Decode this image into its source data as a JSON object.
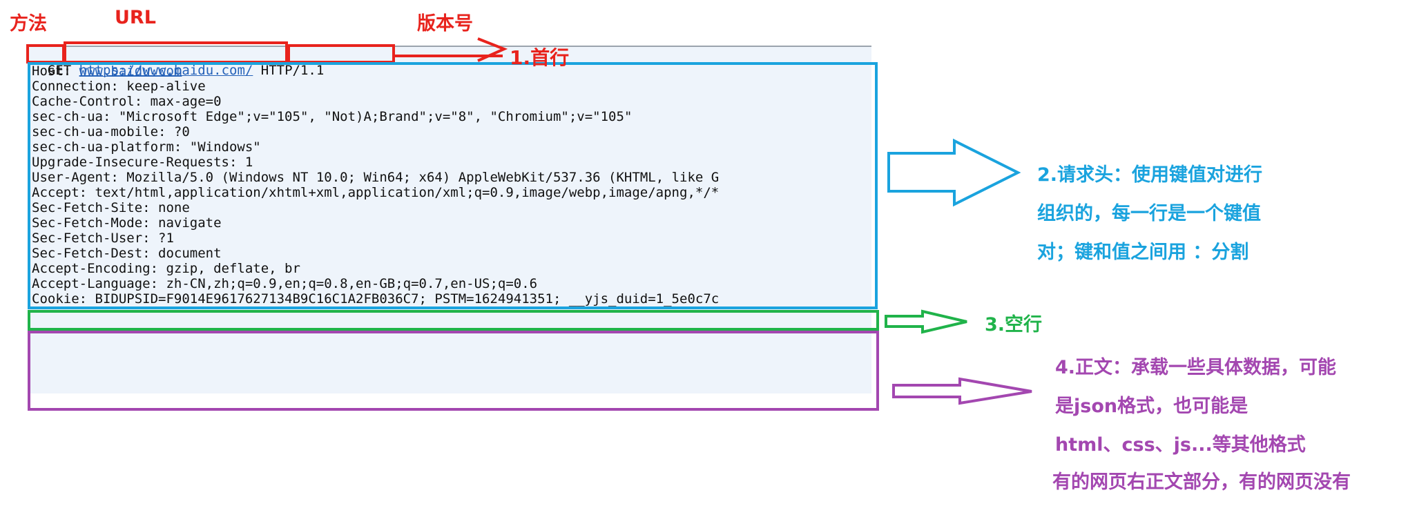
{
  "labels": {
    "method": "方法",
    "url": "URL",
    "version": "版本号"
  },
  "request_line": {
    "method": "GET",
    "url": "https://www.baidu.com/",
    "version": "HTTP/1.1"
  },
  "headers": [
    {
      "key": "Host: ",
      "value": "www.baidu.com"
    },
    {
      "key": "Connection: ",
      "value": "keep-alive"
    },
    {
      "key": "Cache-Control: ",
      "value": "max-age=0"
    },
    {
      "key": "sec-ch-ua: ",
      "value": "\"Microsoft Edge\";v=\"105\", \"Not)A;Brand\";v=\"8\", \"Chromium\";v=\"105\""
    },
    {
      "key": "sec-ch-ua-mobile: ",
      "value": "?0"
    },
    {
      "key": "sec-ch-ua-platform: ",
      "value": "\"Windows\""
    },
    {
      "key": "Upgrade-Insecure-Requests: ",
      "value": "1"
    },
    {
      "key": "User-Agent: ",
      "value": "Mozilla/5.0 (Windows NT 10.0; Win64; x64) AppleWebKit/537.36 (KHTML, like G"
    },
    {
      "key": "Accept: ",
      "value": "text/html,application/xhtml+xml,application/xml;q=0.9,image/webp,image/apng,*/*"
    },
    {
      "key": "Sec-Fetch-Site: ",
      "value": "none"
    },
    {
      "key": "Sec-Fetch-Mode: ",
      "value": "navigate"
    },
    {
      "key": "Sec-Fetch-User: ",
      "value": "?1"
    },
    {
      "key": "Sec-Fetch-Dest: ",
      "value": "document"
    },
    {
      "key": "Accept-Encoding: ",
      "value": "gzip, deflate, br"
    },
    {
      "key": "Accept-Language: ",
      "value": "zh-CN,zh;q=0.9,en;q=0.8,en-GB;q=0.7,en-US;q=0.6"
    },
    {
      "key": "Cookie: ",
      "value": "BIDUPSID=F9014E9617627134B9C16C1A2FB036C7; PSTM=1624941351; __yjs_duid=1_5e0c7c"
    }
  ],
  "annotations": {
    "first_line": "1.首行",
    "headers": [
      "2.请求头：使用键值对进行",
      "组织的，每一行是一个键值",
      "对；键和值之间用 ：分割"
    ],
    "blank_line": "3.空行",
    "body": [
      "4.正文：承载一些具体数据，可能",
      "是json格式，也可能是",
      "html、css、js...等其他格式",
      "有的网页右正文部分，有的网页没有"
    ]
  },
  "colors": {
    "red": "#e8231d",
    "blue": "#1aa3de",
    "green": "#20b34a",
    "purple": "#a347b0",
    "panel": "#eef4fb"
  }
}
